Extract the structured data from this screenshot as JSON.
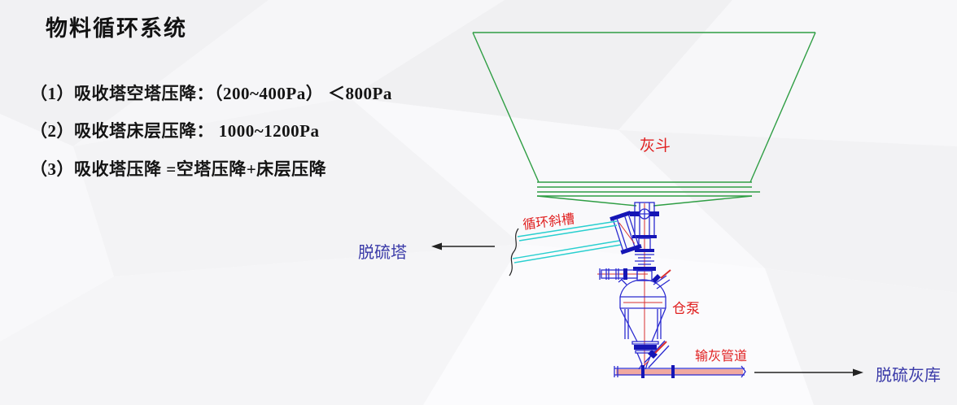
{
  "slide": {
    "title": "物料循环系统",
    "items": [
      "（1）吸收塔空塔压降：（200~400Pa） ＜800Pa",
      "（2）吸收塔床层压降：  1000~1200Pa",
      "（3）吸收塔压降 =空塔压降+床层压降"
    ]
  },
  "diagram": {
    "labels": {
      "hopper": "灰斗",
      "chute": "循环斜槽",
      "tower": "脱硫塔",
      "pump": "仓泵",
      "pipeline": "输灰管道",
      "ash_silo": "脱硫灰库"
    },
    "colors": {
      "green": "#2f9e44",
      "blue": "#2b2bd0",
      "blue_dark": "#1515b5",
      "cyan": "#29cfcf",
      "red_label": "#e02020",
      "blue_label": "#3a3aa8",
      "centerline": "#d83030",
      "pipe_fill": "#f0a8a0"
    }
  }
}
